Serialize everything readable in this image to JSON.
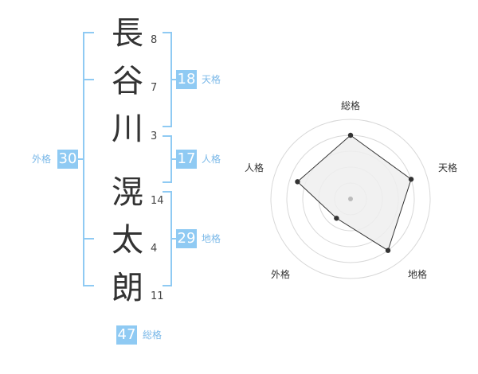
{
  "name": {
    "chars": [
      "長",
      "谷",
      "川",
      "滉",
      "太",
      "朗"
    ],
    "strokes": [
      "8",
      "7",
      "3",
      "14",
      "4",
      "11"
    ]
  },
  "fortunes": {
    "tenkaku": {
      "value": "18",
      "label": "天格"
    },
    "jinkaku": {
      "value": "17",
      "label": "人格"
    },
    "chikaku": {
      "value": "29",
      "label": "地格"
    },
    "gaikaku": {
      "value": "30",
      "label": "外格"
    },
    "soukaku": {
      "value": "47",
      "label": "総格"
    }
  },
  "radar": {
    "axes": [
      "総格",
      "天格",
      "地格",
      "外格",
      "人格"
    ],
    "levels": 5,
    "values": [
      4,
      4,
      4,
      1.5,
      3.5
    ],
    "colors": {
      "fill": "#efefef",
      "stroke": "#333333",
      "grid": "#d8d8d8",
      "center": "#bbbbbb"
    }
  },
  "colors": {
    "accent": "#8fcaf3",
    "accent_text": "#7ab8e8"
  }
}
